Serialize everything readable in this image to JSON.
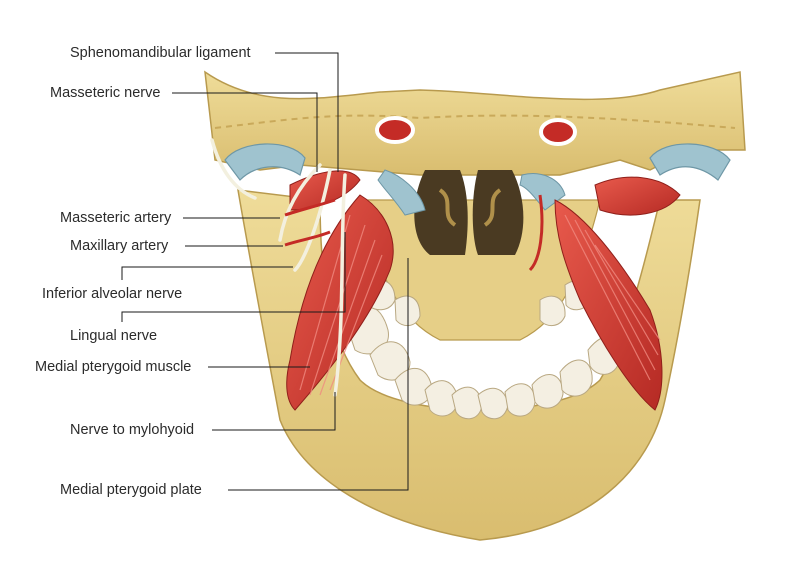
{
  "labels": {
    "sphenomandibular_ligament": "Sphenomandibular ligament",
    "masseteric_nerve": "Masseteric nerve",
    "masseteric_artery": "Masseteric artery",
    "maxillary_artery": "Maxillary artery",
    "inferior_alveolar_nerve": "Inferior alveolar nerve",
    "lingual_nerve": "Lingual nerve",
    "medial_pterygoid_muscle": "Medial pterygoid muscle",
    "nerve_to_mylohyoid": "Nerve to mylohyoid",
    "medial_pterygoid_plate": "Medial pterygoid plate"
  },
  "colors": {
    "bone": "#e9d48c",
    "bone_shade": "#c9a95a",
    "muscle": "#d9413a",
    "muscle_dark": "#a8221e",
    "cartilage": "#9fc3cf",
    "teeth": "#f4efe2",
    "cavity": "#4a3a22",
    "nerve": "#f3f0df"
  }
}
